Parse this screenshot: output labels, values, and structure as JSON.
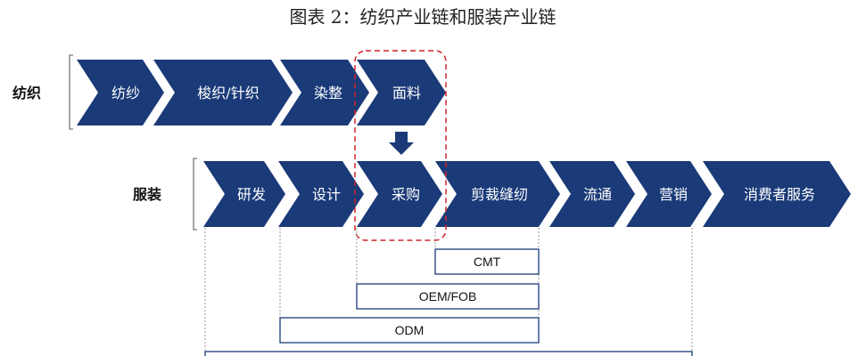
{
  "title": "图表 2：纺织产业链和服装产业链",
  "rows": [
    {
      "label": "纺织",
      "steps": [
        "纺纱",
        "梭织/针织",
        "染整",
        "面料"
      ]
    },
    {
      "label": "服装",
      "steps": [
        "研发",
        "设计",
        "采购",
        "剪裁缝纫",
        "流通",
        "营销",
        "消费者服务"
      ]
    }
  ],
  "modes": [
    "CMT",
    "OEM/FOB",
    "ODM"
  ],
  "colors": {
    "chevron": "#1a3a78",
    "highlight": "#d0242a",
    "guide": "#9a9a9a"
  }
}
